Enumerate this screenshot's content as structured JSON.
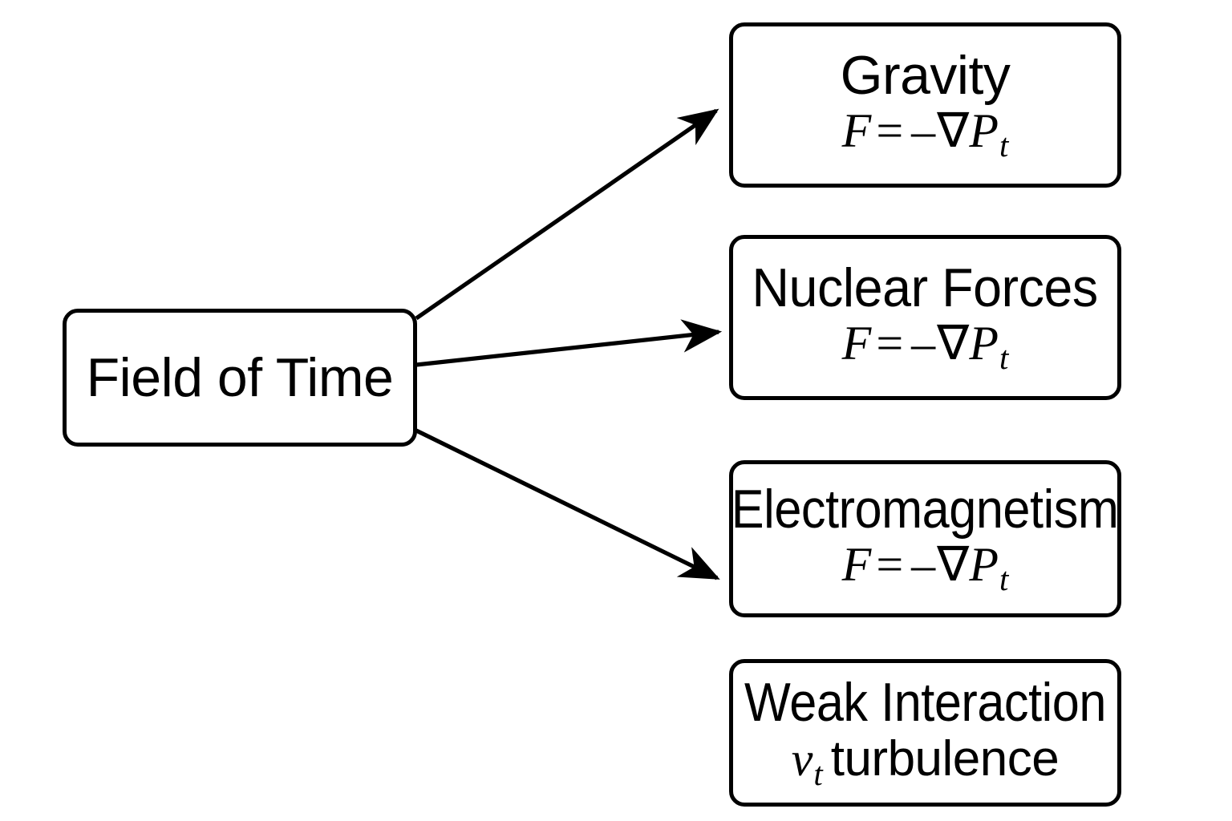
{
  "diagram": {
    "title": "Field of Time force unification diagram",
    "background_color": "#ffffff",
    "stroke_color": "#000000",
    "source": {
      "label": "Field of Time"
    },
    "targets": [
      {
        "id": "gravity",
        "label": "Gravity",
        "formula": {
          "lhs": "F",
          "relation": "=",
          "sign": "–",
          "operator": "∇",
          "variable": "P",
          "subscript": "t",
          "plain": "F = -∇P_t"
        }
      },
      {
        "id": "nuclear-forces",
        "label": "Nuclear Forces",
        "formula": {
          "lhs": "F",
          "relation": "=",
          "sign": "–",
          "operator": "∇",
          "variable": "P",
          "subscript": "t",
          "plain": "F = -∇P_t"
        }
      },
      {
        "id": "electromagnetism",
        "label": "Electromagnetism",
        "formula": {
          "lhs": "F",
          "relation": "=",
          "sign": "–",
          "operator": "∇",
          "variable": "P",
          "subscript": "t",
          "plain": "F = -∇P_t"
        }
      },
      {
        "id": "weak-interaction",
        "label": "Weak Interaction",
        "formula": {
          "variable": "v",
          "subscript": "t",
          "word": "turbulence",
          "plain": "v_t turbulence"
        }
      }
    ],
    "edges": [
      {
        "from": "field-of-time",
        "to": "gravity",
        "arrowhead": "filled-stealth"
      },
      {
        "from": "field-of-time",
        "to": "nuclear-forces",
        "arrowhead": "filled-stealth"
      },
      {
        "from": "field-of-time",
        "to": "electromagnetism",
        "arrowhead": "filled-stealth"
      }
    ]
  }
}
